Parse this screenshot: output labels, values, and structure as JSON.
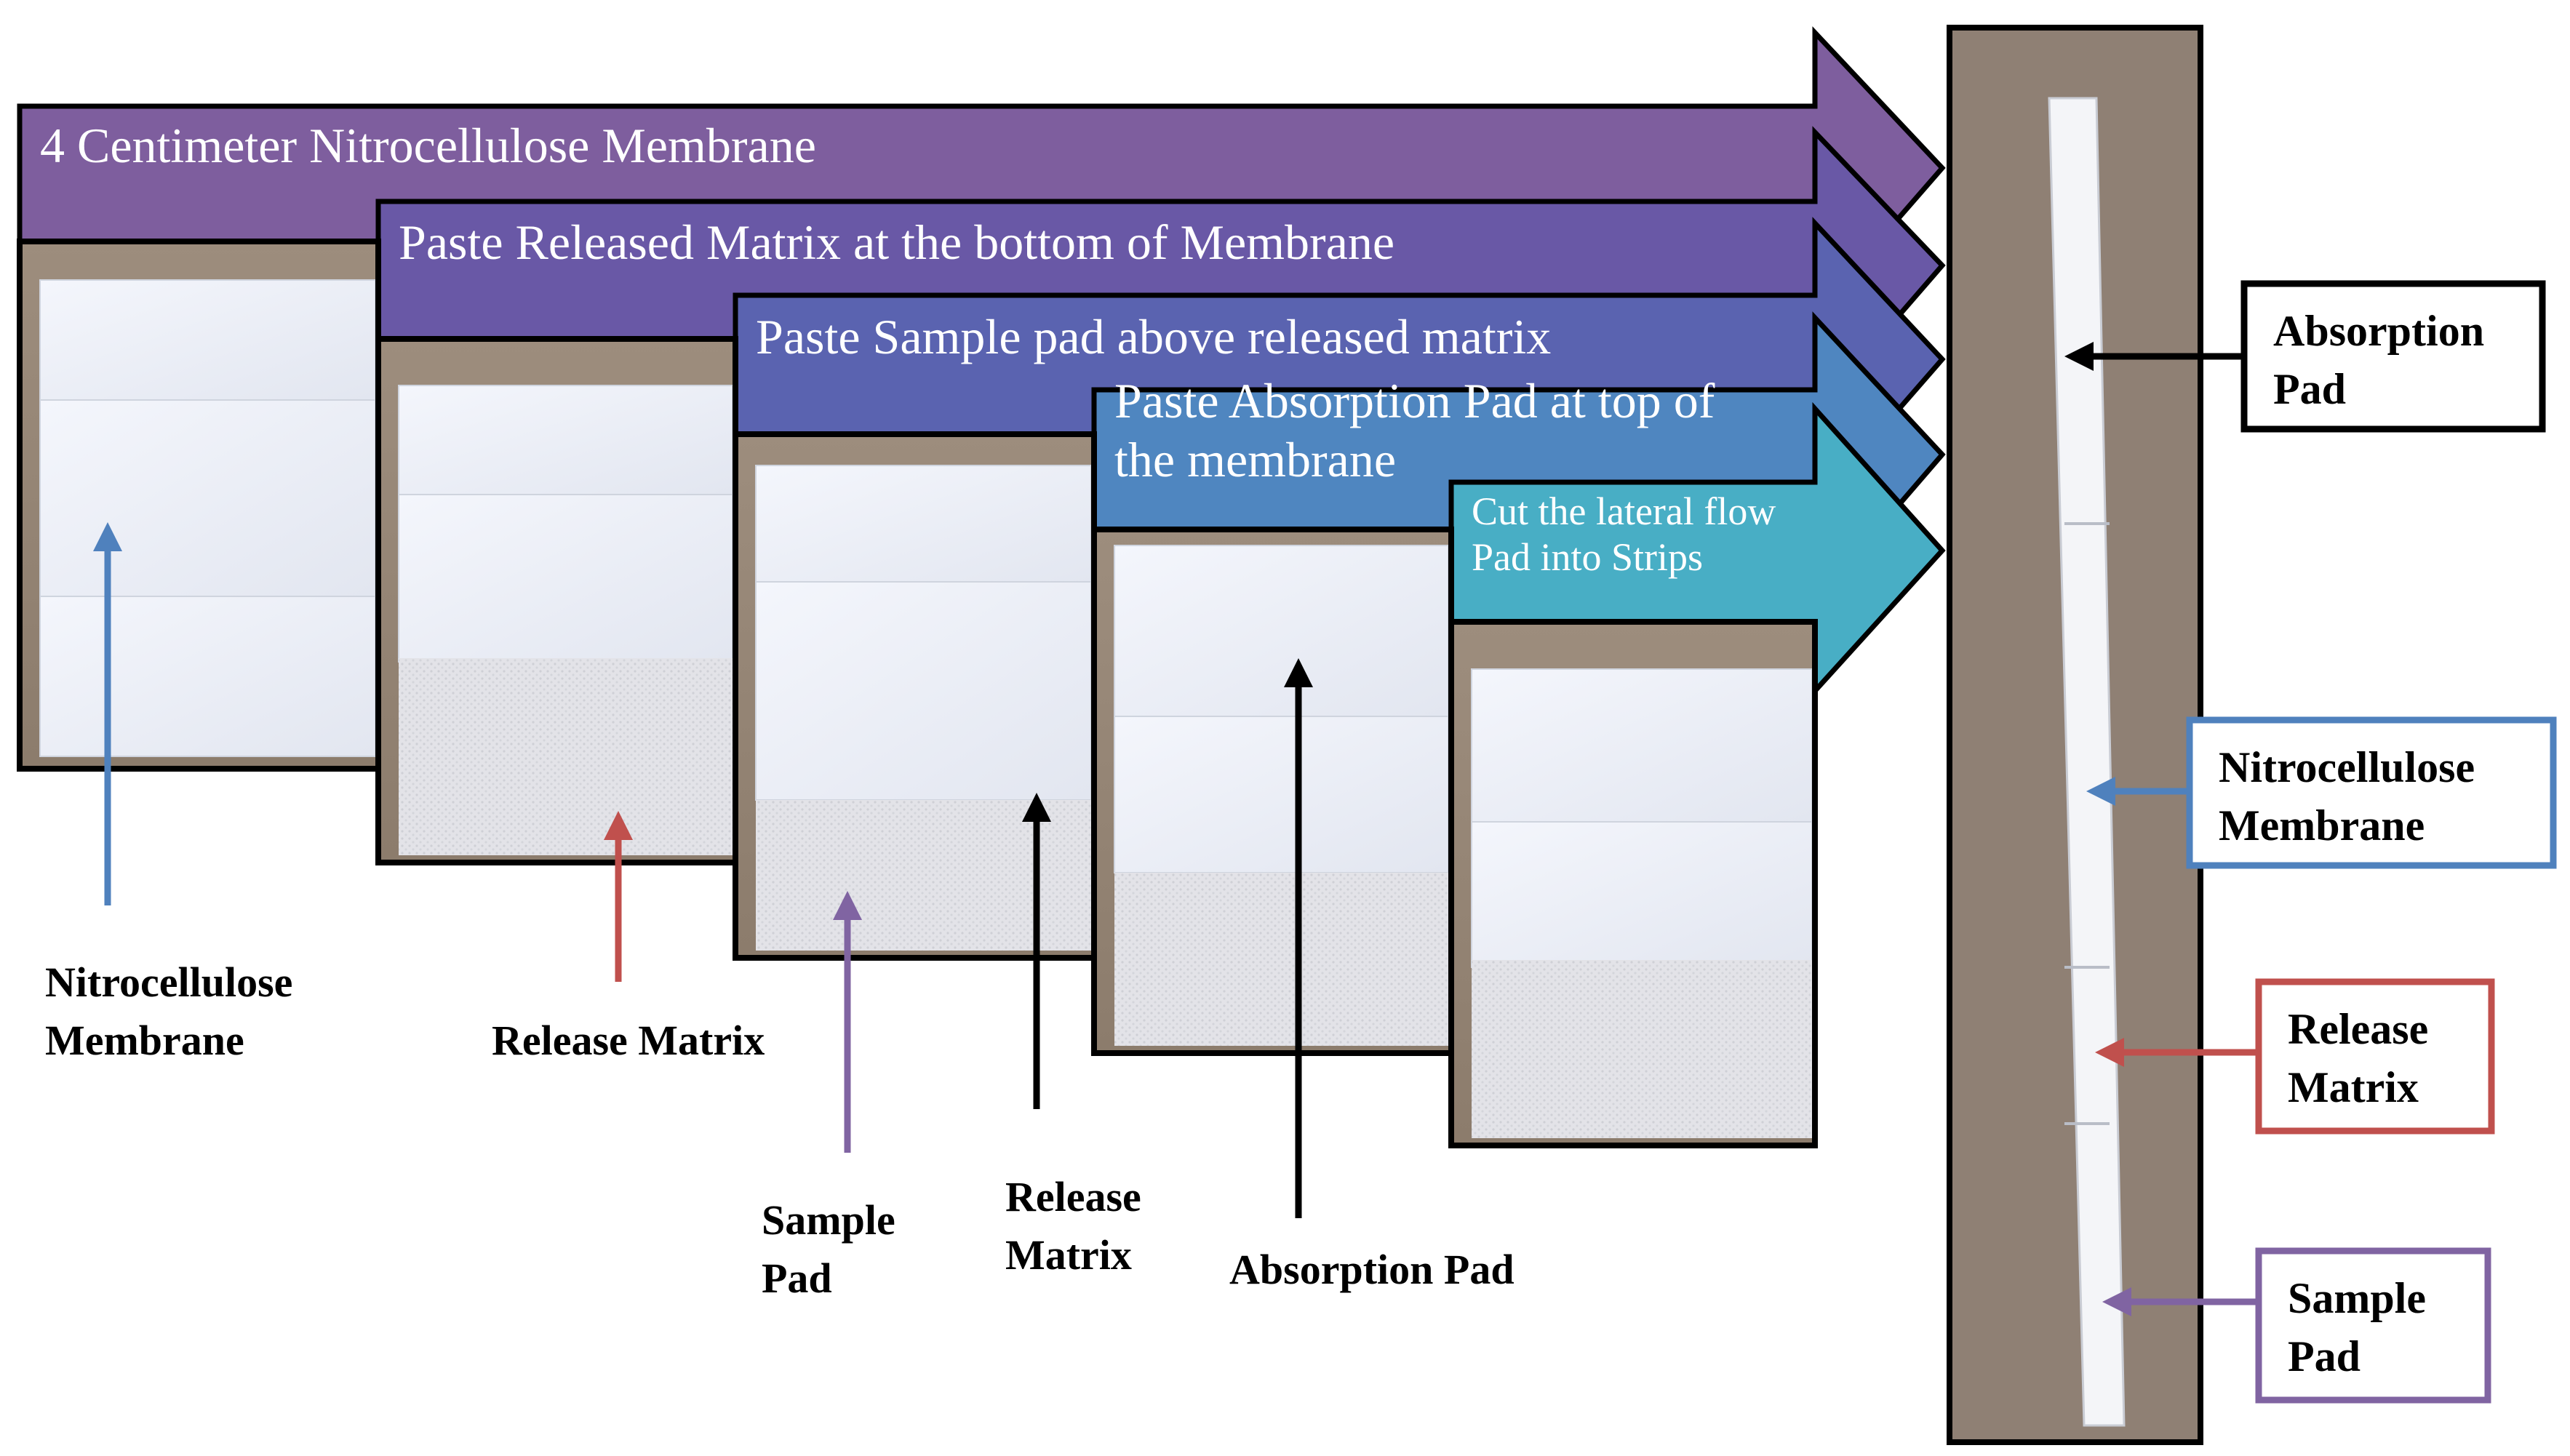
{
  "steps": [
    {
      "lines": [
        "4 Centimeter Nitrocellulose Membrane"
      ],
      "color": "#7E5E9E"
    },
    {
      "lines": [
        "Paste Released Matrix at the bottom of Membrane"
      ],
      "color": "#6958A6"
    },
    {
      "lines": [
        "Paste Sample pad above released matrix"
      ],
      "color": "#5A63B0"
    },
    {
      "lines": [
        "Paste Absorption Pad at top of",
        "the membrane"
      ],
      "color": "#4F86C0"
    },
    {
      "lines": [
        "Cut the lateral flow",
        "Pad into Strips"
      ],
      "color": "#48AEC5"
    }
  ],
  "photo_labels": [
    {
      "lines": [
        "Nitrocellulose",
        "Membrane"
      ],
      "arrow_color": "#4F81BD"
    },
    {
      "lines": [
        "Release Matrix"
      ],
      "arrow_color": "#C0504D"
    },
    {
      "lines": [
        "Sample",
        "Pad"
      ],
      "arrow_color": "#8064A2"
    },
    {
      "lines": [
        "Release",
        "Matrix"
      ],
      "arrow_color": "#000000"
    },
    {
      "lines": [
        "Absorption Pad"
      ],
      "arrow_color": "#000000"
    }
  ],
  "strip_labels": [
    {
      "lines": [
        "Absorption",
        "Pad"
      ],
      "color": "#000000"
    },
    {
      "lines": [
        "Nitrocellulose",
        "Membrane"
      ],
      "color": "#4F81BD"
    },
    {
      "lines": [
        "Release",
        "Matrix"
      ],
      "color": "#C0504D"
    },
    {
      "lines": [
        "Sample",
        "Pad"
      ],
      "color": "#8064A2"
    }
  ]
}
